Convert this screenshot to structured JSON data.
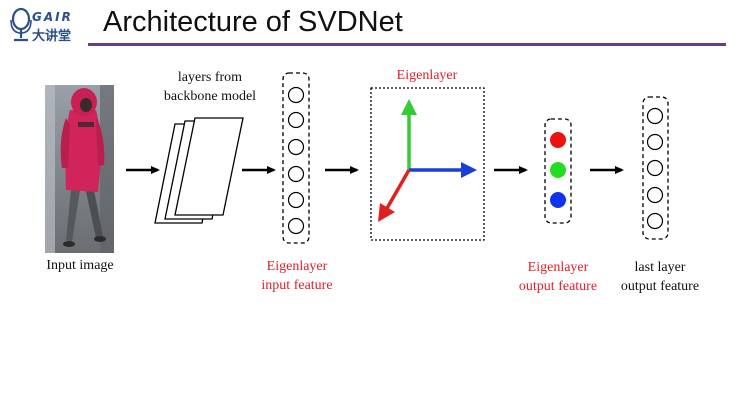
{
  "logo": {
    "brand": "GAIR",
    "subtitle": "大讲堂"
  },
  "title": "Architecture of SVDNet",
  "labels": {
    "input_image": "Input image",
    "backbone_line1": "layers from",
    "backbone_line2": "backbone model",
    "eigen_input_line1": "Eigenlayer",
    "eigen_input_line2": "input feature",
    "eigenlayer": "Eigenlayer",
    "eigen_output_line1": "Eigenlayer",
    "eigen_output_line2": "output feature",
    "last_line1": "last layer",
    "last_line2": "output feature"
  },
  "colors": {
    "title_rule": "#6a3a90",
    "label_red": "#e0202a",
    "axis_green": "#33cc33",
    "axis_blue": "#1a3fd6",
    "axis_red": "#e02020",
    "node_red": "#ee1111",
    "node_green": "#22dd22",
    "node_blue": "#1133ee"
  },
  "icons": {
    "logo": "microphone-logo-icon",
    "person": "pedestrian-photo"
  }
}
